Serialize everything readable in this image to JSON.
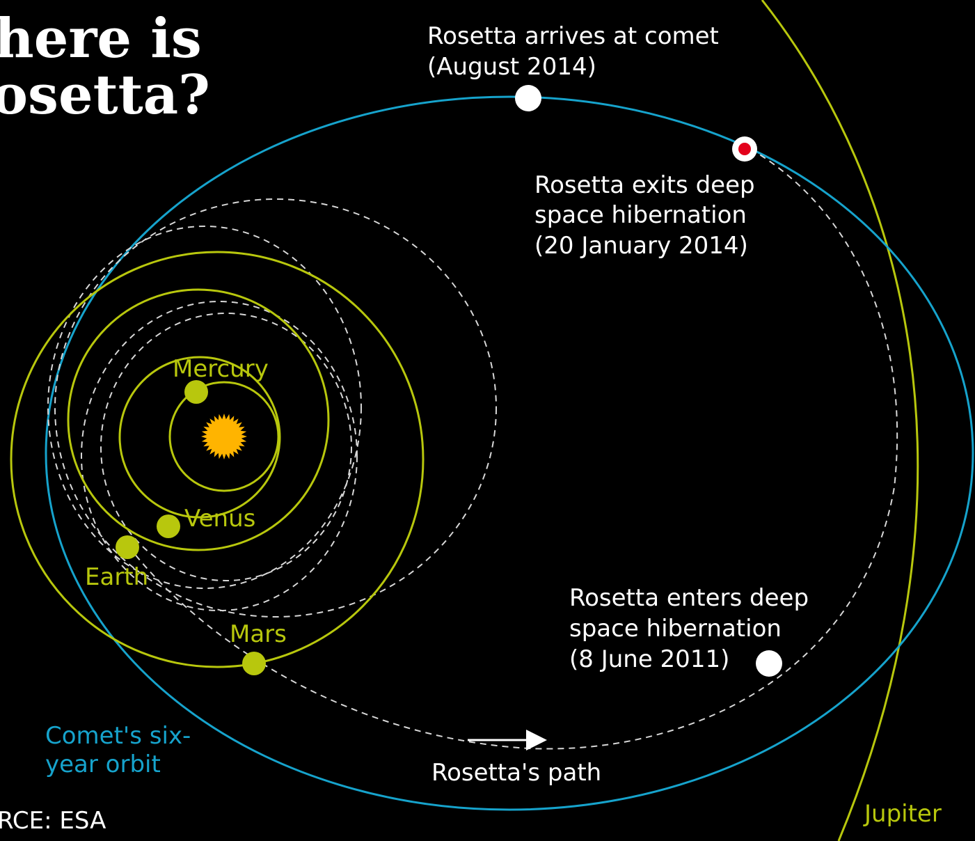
{
  "title": {
    "line1": "here is",
    "line2": "osetta?"
  },
  "source": "RCE: ESA",
  "sun": {
    "icon": "sun-icon",
    "color": "#ffb400"
  },
  "planets": {
    "mercury": "Mercury",
    "venus": "Venus",
    "earth": "Earth",
    "mars": "Mars",
    "jupiter": "Jupiter"
  },
  "comet_orbit": "Comet's six-year orbit",
  "comet_orbit_lines": [
    "Comet's six-",
    "year orbit"
  ],
  "events": {
    "arrives": [
      "Rosetta arrives at comet",
      "(August 2014)"
    ],
    "exits": [
      "Rosetta exits deep",
      "space hibernation",
      "(20 January 2014)"
    ],
    "enters": [
      "Rosetta enters deep",
      "space hibernation",
      "(8 June 2011)"
    ]
  },
  "path_label": "Rosetta's path",
  "colors": {
    "background": "#000000",
    "planet_orbit": "#b8c70d",
    "comet_orbit": "#16a3cc",
    "rosetta_path": "#d8d8d8",
    "event_marker": "#ffffff",
    "current_marker": "#e3001b"
  }
}
